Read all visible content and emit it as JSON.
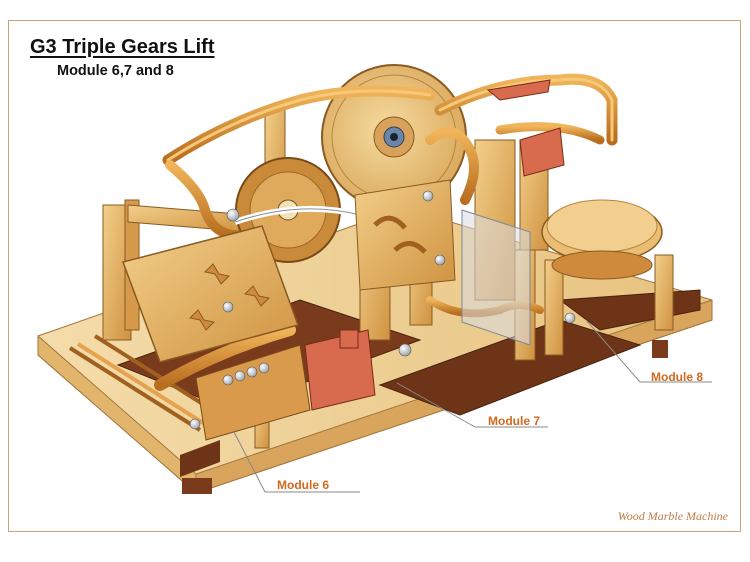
{
  "title": "G3 Triple Gears Lift",
  "subtitle": "Module 6,7 and 8",
  "labels": {
    "module6": "Module 6",
    "module7": "Module 7",
    "module8": "Module 8"
  },
  "watermark": "Wood Marble Machine",
  "colors": {
    "frame": "#c9a27a",
    "callout": "#d2691e",
    "wood_light": "#e6b466",
    "wood_mid": "#c98a3a",
    "wood_dark": "#7a3b1c",
    "red_block": "#d86a4d",
    "track": "#d9902f"
  }
}
